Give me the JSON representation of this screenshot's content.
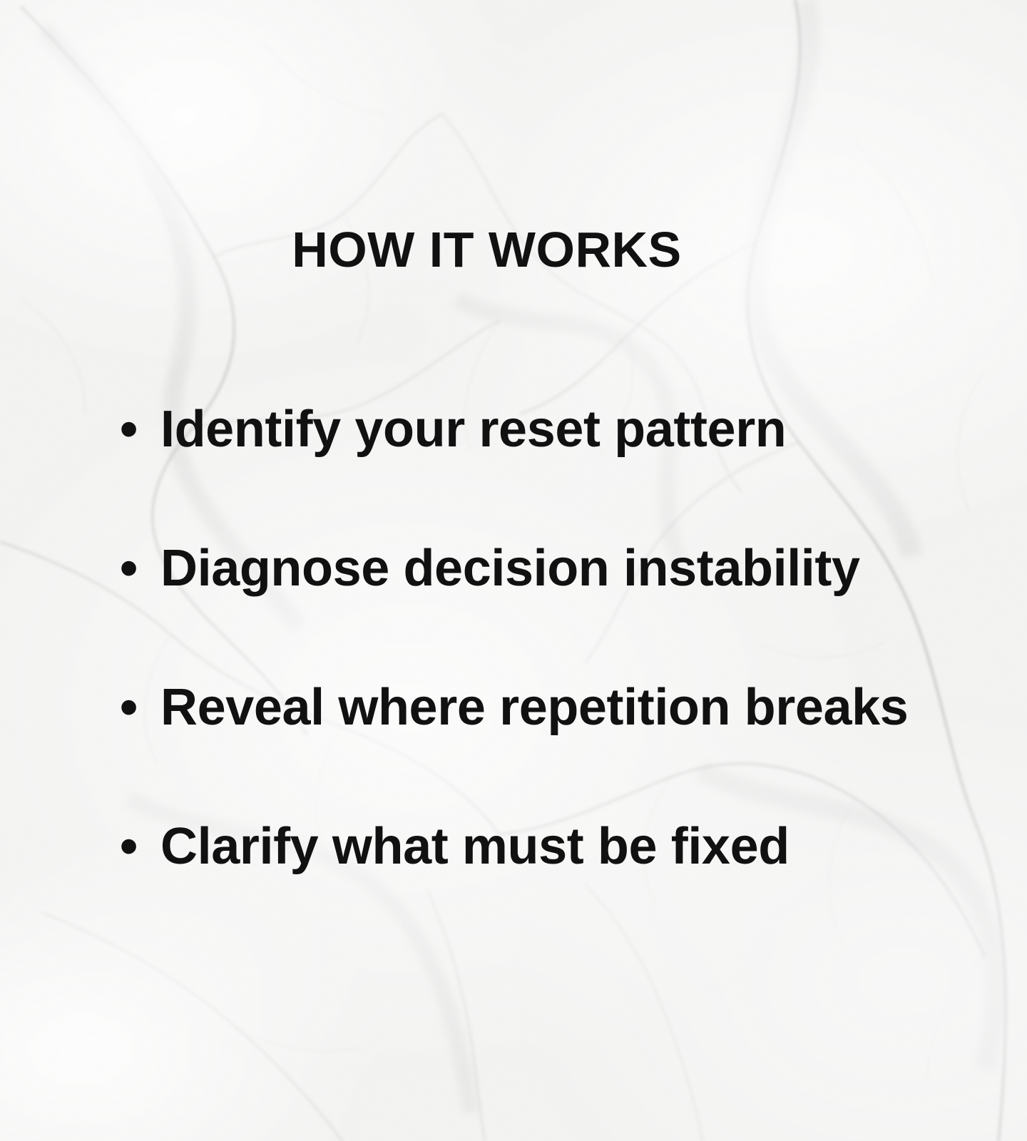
{
  "document": {
    "title": "HOW IT WORKS",
    "background_style": "white-marble",
    "colors": {
      "text": "#111111",
      "background_base": "#f4f4f3",
      "vein": "#b8b8b8"
    }
  },
  "bullets": {
    "marker": "•",
    "items": [
      {
        "text": "Identify your reset pattern"
      },
      {
        "text": "Diagnose decision instability"
      },
      {
        "text": "Reveal where repetition breaks"
      },
      {
        "text": "Clarify what must be fixed"
      }
    ]
  }
}
